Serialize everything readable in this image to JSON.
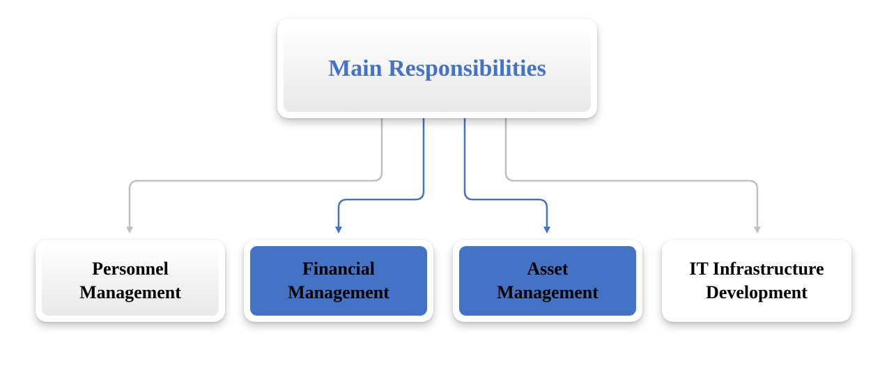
{
  "diagram": {
    "root": {
      "label": "Main Responsibilities",
      "text_color": "#4472c4"
    },
    "children": [
      {
        "label": "Personnel\nManagement",
        "style": "light",
        "connector_color": "#bfbfbf"
      },
      {
        "label": "Financial\nManagement",
        "style": "accent",
        "connector_color": "#4472c4"
      },
      {
        "label": "Asset\nManagement",
        "style": "accent",
        "connector_color": "#4472c4"
      },
      {
        "label": "IT Infrastructure\nDevelopment",
        "style": "plain",
        "connector_color": "#bfbfbf"
      }
    ],
    "colors": {
      "accent": "#4472c4",
      "muted_connector": "#bfbfbf"
    }
  }
}
